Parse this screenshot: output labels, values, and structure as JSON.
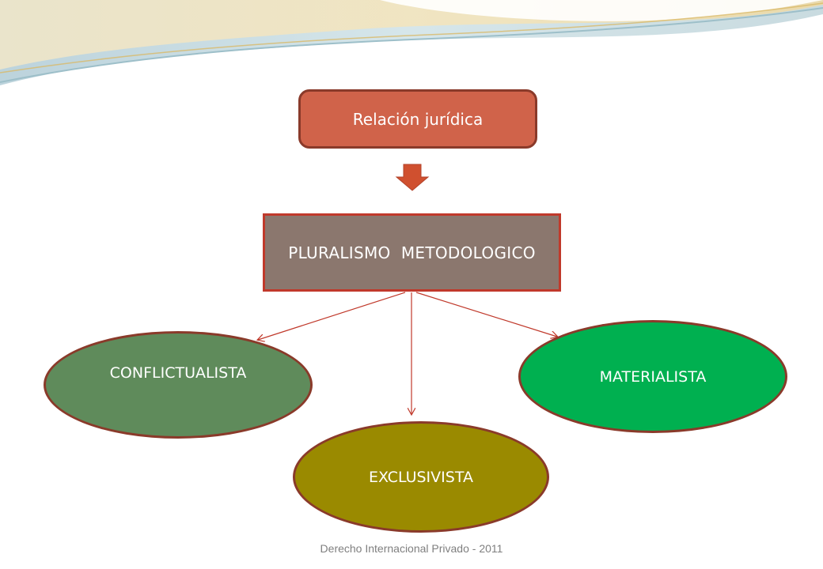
{
  "diagram": {
    "nodes": {
      "relacion": "Relación jurídica",
      "pluralismo": "PLURALISMO  METODOLOGICO",
      "conflictualista": "CONFLICTUALISTA",
      "materialista": "MATERIALISTA",
      "exclusivista": "EXCLUSIVISTA"
    },
    "colors": {
      "relacion_fill": "#d0634a",
      "pluralismo_fill": "#8b776e",
      "conflictualista_fill": "#5f8b5b",
      "materialista_fill": "#00b050",
      "exclusivista_fill": "#9a8a00",
      "arrow": "#c0392b"
    }
  },
  "footer": {
    "text": "Derecho Internacional Privado - 2011"
  }
}
